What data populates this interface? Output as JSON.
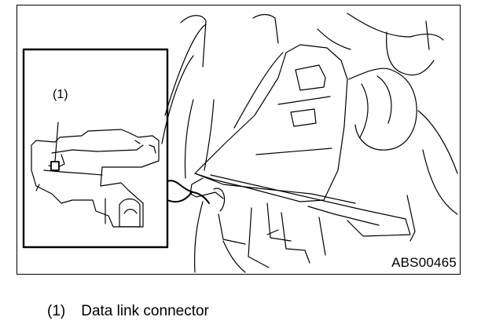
{
  "figure": {
    "code": "ABS00465",
    "callout_number": "(1)"
  },
  "legend": [
    {
      "number": "(1)",
      "label": "Data link connector"
    }
  ]
}
